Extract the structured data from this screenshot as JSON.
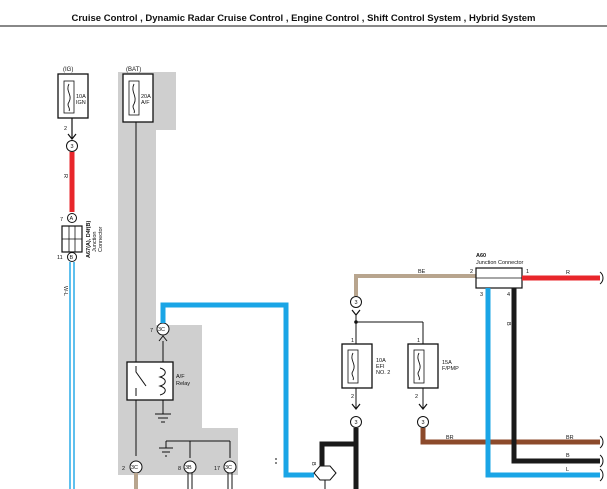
{
  "title": "Cruise Control , Dynamic Radar Cruise Control , Engine Control , Shift Control System , Hybrid System",
  "colors": {
    "red": "#e8262b",
    "blue": "#1aa5e6",
    "brown": "#8c4a2b",
    "beige": "#b8a58e",
    "black": "#1a1a1a",
    "shade": "#cfcfcf"
  },
  "fuses": {
    "ign": {
      "source": "(IG)",
      "amp": "10A",
      "name": "IGN",
      "pin": "2"
    },
    "af": {
      "source": "(BAT)",
      "amp": "20A",
      "name": "A/F"
    },
    "efi2": {
      "amp": "10A",
      "name1": "EFI",
      "name2": "NO. 2",
      "pin_top": "1",
      "pin_bot": "2"
    },
    "fpmp": {
      "amp": "15A",
      "name": "F/PMP",
      "pin_top": "1",
      "pin_bot": "2"
    }
  },
  "junction_left": {
    "id": "A67(A), D4f(B)",
    "desc1": "Junction",
    "desc2": "Connector",
    "pin_a": "7",
    "letter_a": "A",
    "pin_b": "11",
    "letter_b": "B"
  },
  "junction_right": {
    "id": "A60",
    "desc": "Junction Connector",
    "pins": {
      "left": "2",
      "right": "1",
      "bl": "3",
      "br": "4"
    }
  },
  "relay": {
    "name1": "A/F",
    "name2": "Relay",
    "pin": "7",
    "conn": "3C"
  },
  "connectors": {
    "c3_top": "3",
    "c3_mid": "3",
    "c3_bot": "3",
    "c3_fpmp": "3",
    "bottom": [
      {
        "pin": "2",
        "conn": "3C"
      },
      {
        "pin": "8",
        "conn": "3B"
      },
      {
        "pin": "17",
        "conn": "3C"
      }
    ]
  },
  "wire_labels": {
    "r_left": "R",
    "w_l": "W-L",
    "be": "BE",
    "r_right": "R",
    "b_vert": "B",
    "b_left": "B",
    "br_left": "BR",
    "br_right": "BR",
    "b_right": "B",
    "l_right": "L"
  }
}
